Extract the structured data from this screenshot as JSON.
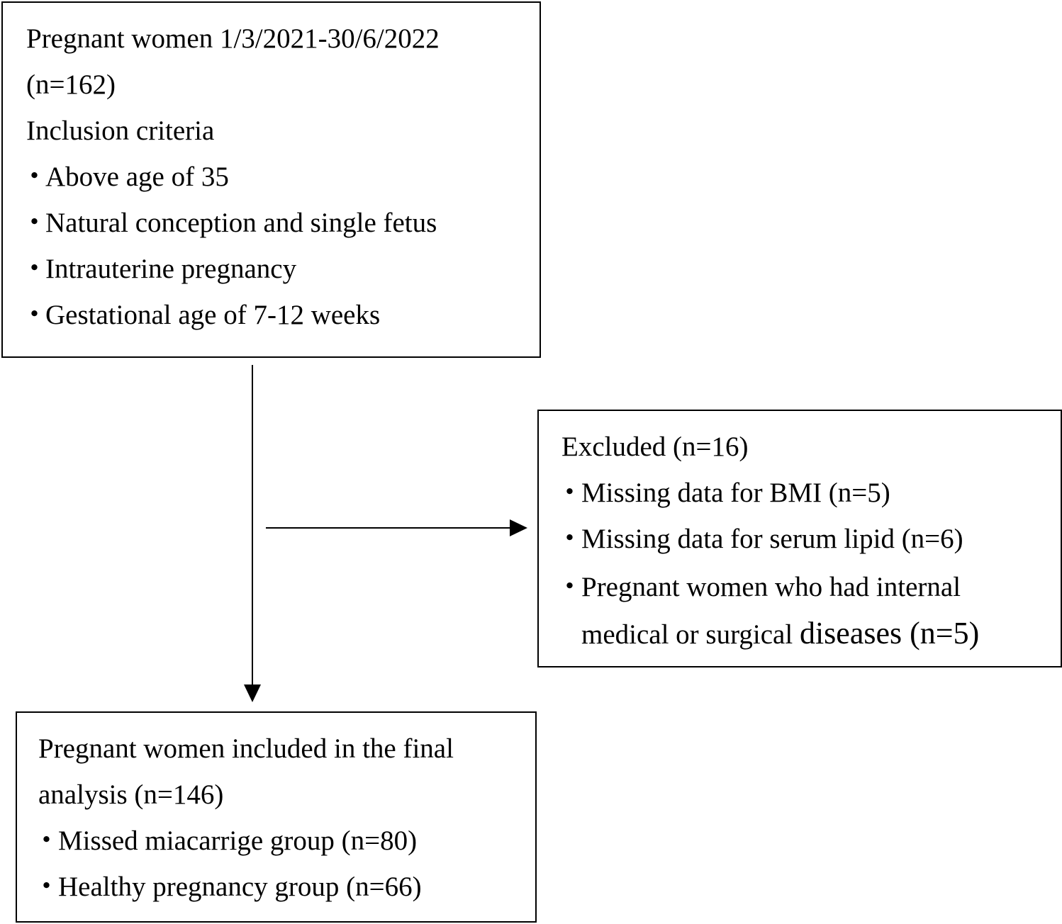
{
  "top_box": {
    "lines": [
      "Pregnant women 1/3/2021-30/6/2022",
      "(n=162)",
      "Inclusion criteria"
    ],
    "bullets": [
      "Above age of 35",
      "Natural conception and single fetus",
      "Intrauterine pregnancy",
      "Gestational age of 7-12 weeks"
    ]
  },
  "excluded_box": {
    "title": "Excluded (n=16)",
    "bullets": [
      "Missing data for BMI (n=5)",
      "Missing data for serum lipid (n=6)",
      "Pregnant women who had internal"
    ],
    "continuation_small": "medical or surgical ",
    "continuation_large": "diseases (n=5)"
  },
  "final_box": {
    "lines": [
      "Pregnant women included in the final",
      "analysis (n=146)"
    ],
    "bullets": [
      "Missed miacarrige group (n=80)",
      "Healthy pregnancy group (n=66)"
    ]
  },
  "bullet_symbol": "・"
}
